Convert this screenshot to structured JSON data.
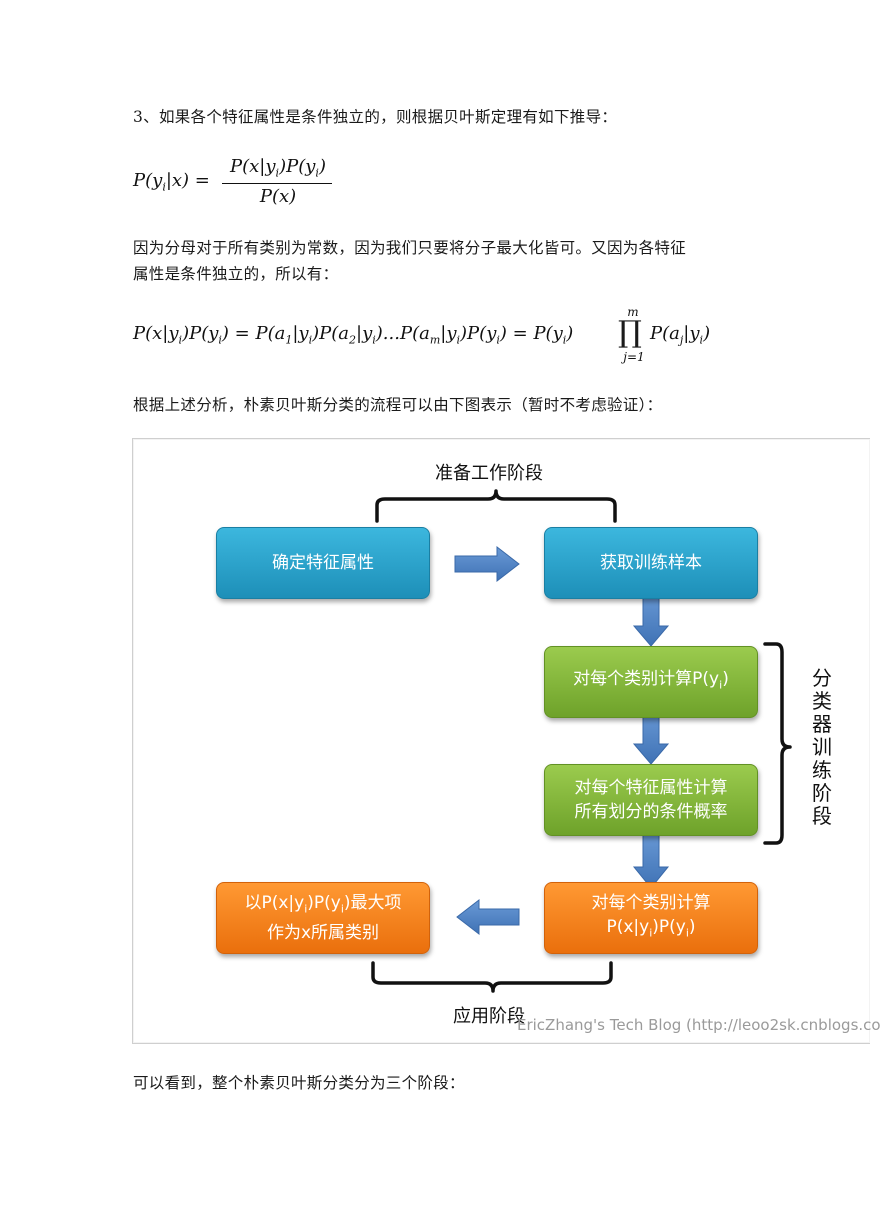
{
  "para1": "3、如果各个特征属性是条件独立的，则根据贝叶斯定理有如下推导：",
  "formula1": {
    "lhs": "P(y<sub>i</sub>|x) =",
    "num": "P(x|y<sub>i</sub>)P(y<sub>i</sub>)",
    "den": "P(x)"
  },
  "para2_line1": "因为分母对于所有类别为常数，因为我们只要将分子最大化皆可。又因为各特征",
  "para2_line2": "属性是条件独立的，所以有：",
  "formula2": {
    "main": "P(x|y<sub>i</sub>)P(y<sub>i</sub>) = P(a<sub>1</sub>|y<sub>i</sub>)P(a<sub>2</sub>|y<sub>i</sub>)...P(a<sub>m</sub>|y<sub>i</sub>)P(y<sub>i</sub>) = P(y<sub>i</sub>)",
    "prod_upper": "m",
    "prod_lower": "j=1",
    "tail": "P(a<sub>j</sub>|y<sub>i</sub>)"
  },
  "para3": "根据上述分析，朴素贝叶斯分类的流程可以由下图表示（暂时不考虑验证）：",
  "diagram": {
    "stage_prep": "准备工作阶段",
    "stage_train": "分类器训练阶段",
    "stage_apply": "应用阶段",
    "box1": "确定特征属性",
    "box2": "获取训练样本",
    "box3": "对每个类别计算P(y<sub>i</sub>)",
    "box4_l1": "对每个特征属性计算",
    "box4_l2": "所有划分的条件概率",
    "box5_l1": "对每个类别计算",
    "box5_l2": "P(x|y<sub>i</sub>)P(y<sub>i</sub>)",
    "box6_l1": "以P(x|y<sub>i</sub>)P(y<sub>i</sub>)最大项",
    "box6_l2": "作为x所属类别",
    "watermark": "EricZhang's Tech Blog (http://leoo2sk.cnblogs.co",
    "colors": {
      "blue": "#2aa3cc",
      "green": "#82b53a",
      "orange": "#f5821f",
      "arrow": "#4a7fc1"
    }
  },
  "para4": "可以看到，整个朴素贝叶斯分类分为三个阶段："
}
